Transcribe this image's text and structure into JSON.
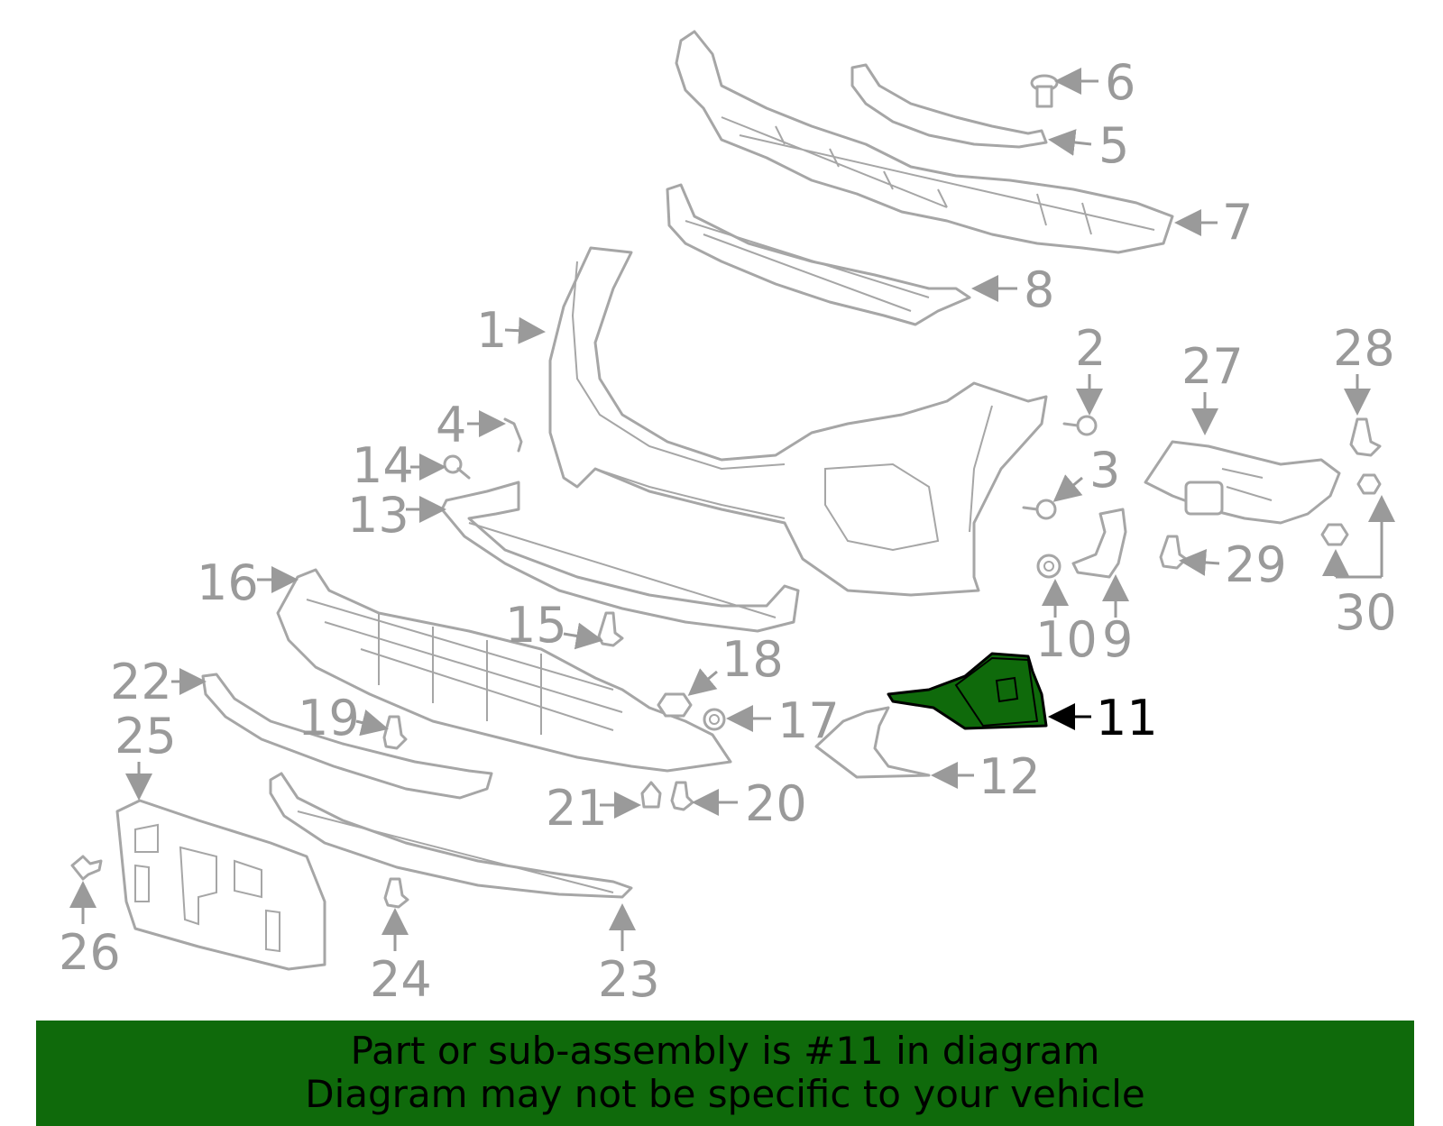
{
  "diagram": {
    "highlighted_part": "11",
    "highlight_color": "#0f6a0b",
    "callouts": [
      "1",
      "2",
      "3",
      "4",
      "5",
      "6",
      "7",
      "8",
      "9",
      "10",
      "11",
      "12",
      "13",
      "14",
      "15",
      "16",
      "17",
      "18",
      "19",
      "20",
      "21",
      "22",
      "23",
      "24",
      "25",
      "26",
      "27",
      "28",
      "29",
      "30"
    ]
  },
  "banner": {
    "line1": "Part or sub-assembly is #11 in diagram",
    "line2": "Diagram may not be specific to your vehicle",
    "background": "#0f6a0b"
  }
}
